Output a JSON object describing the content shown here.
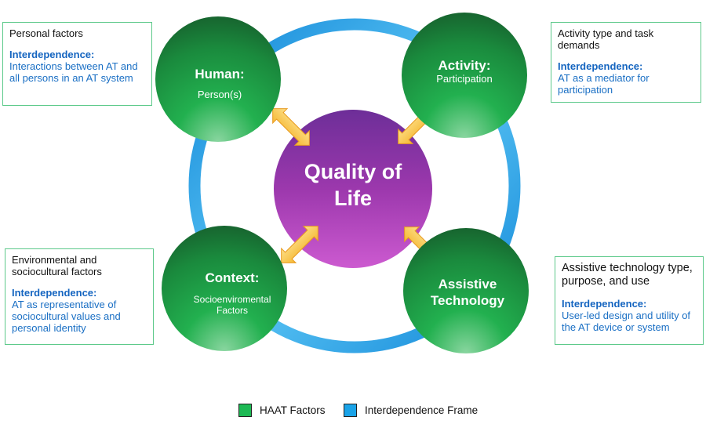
{
  "center": {
    "title_line1": "Quality of",
    "title_line2": "Life"
  },
  "factors": {
    "human": {
      "title": "Human:",
      "subtitle": "Person(s)"
    },
    "activity": {
      "title": "Activity:",
      "subtitle": "Participation"
    },
    "context": {
      "title": "Context:",
      "subtitle_line1": "Socioenviromental",
      "subtitle_line2": "Factors"
    },
    "at": {
      "title_line1": "Assistive",
      "title_line2": "Technology"
    }
  },
  "boxes": {
    "human": {
      "desc": "Personal factors",
      "interdependence_label": "Interdependence:",
      "interdependence_text": "Interactions between AT and all persons in an AT system"
    },
    "activity": {
      "desc": "Activity type and task demands",
      "interdependence_label": "Interdependence:",
      "interdependence_text": "AT as a mediator for participation"
    },
    "context": {
      "desc": "Environmental and sociocultural factors",
      "interdependence_label": "Interdependence:",
      "interdependence_text": "AT as representative of sociocultural values and personal identity"
    },
    "at": {
      "desc": "Assistive technology type, purpose, and use",
      "interdependence_label": "Interdependence:",
      "interdependence_text": "User-led design and utility of the AT device or system"
    }
  },
  "legend": {
    "haat": {
      "label": "HAAT Factors",
      "color": "#1db954"
    },
    "frame": {
      "label": "Interdependence Frame",
      "color": "#1aa3e8"
    }
  },
  "colors": {
    "factor_green_dark": "#176b35",
    "factor_green_light": "#7fcf95",
    "center_purple_top": "#6f2f9a",
    "center_purple_bottom": "#c452c8",
    "ring_blue": "#1aa3e8",
    "arrow_yellow": "#f7c548",
    "box_border": "#5cc98a",
    "interdependence_blue": "#1565c0"
  }
}
